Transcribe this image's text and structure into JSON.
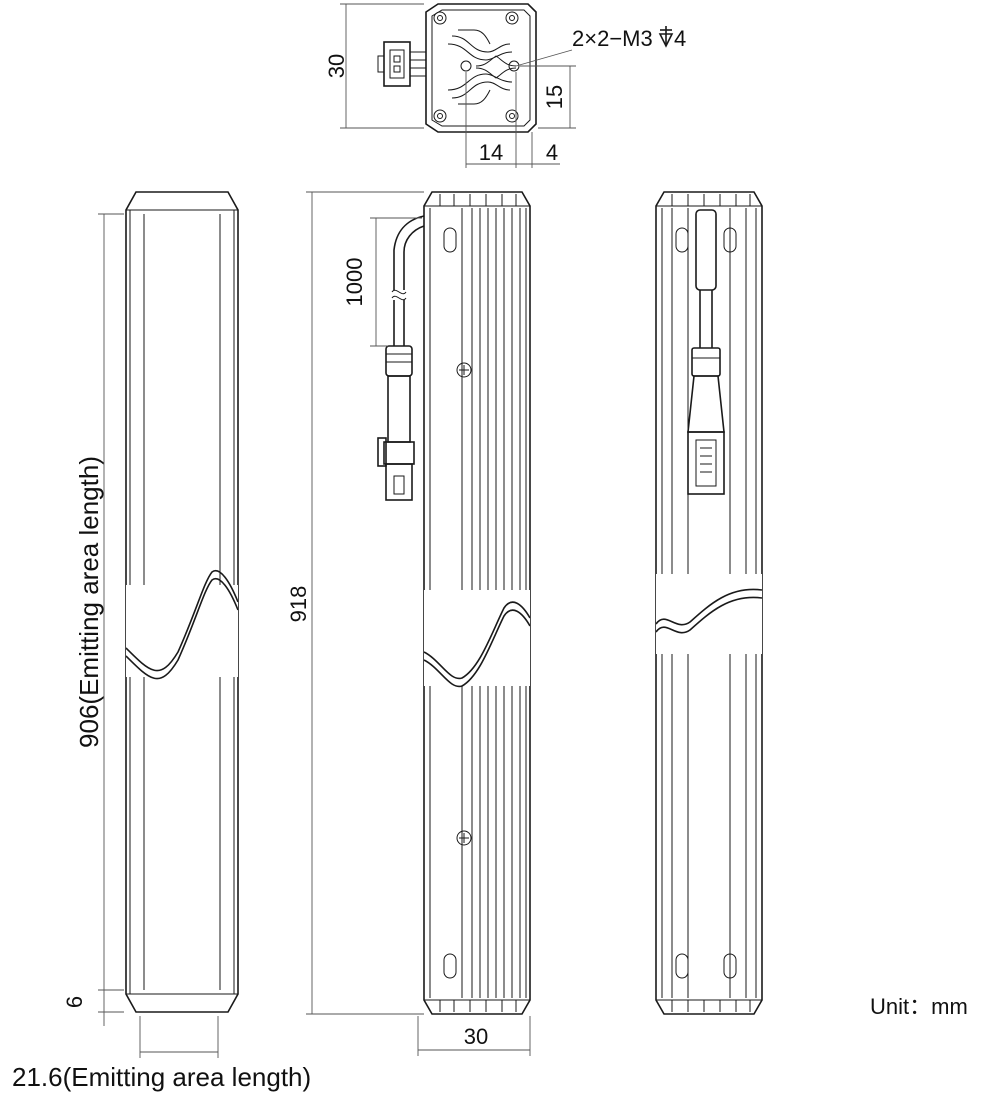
{
  "dimensions": {
    "top_height": "30",
    "hole_spec": "2×2−M3",
    "hole_depth": "4",
    "hole_spacing_vertical": "15",
    "hole_offset_14": "14",
    "hole_offset_4": "4",
    "cable_length": "1000",
    "total_length": "918",
    "emitting_length": "906(Emitting area length)",
    "end_offset": "6",
    "emitting_width": "21.6(Emitting area length)",
    "body_width": "30"
  },
  "unit_label": "Unit：mm",
  "icons": {
    "depth_symbol": "depth-symbol-icon"
  }
}
